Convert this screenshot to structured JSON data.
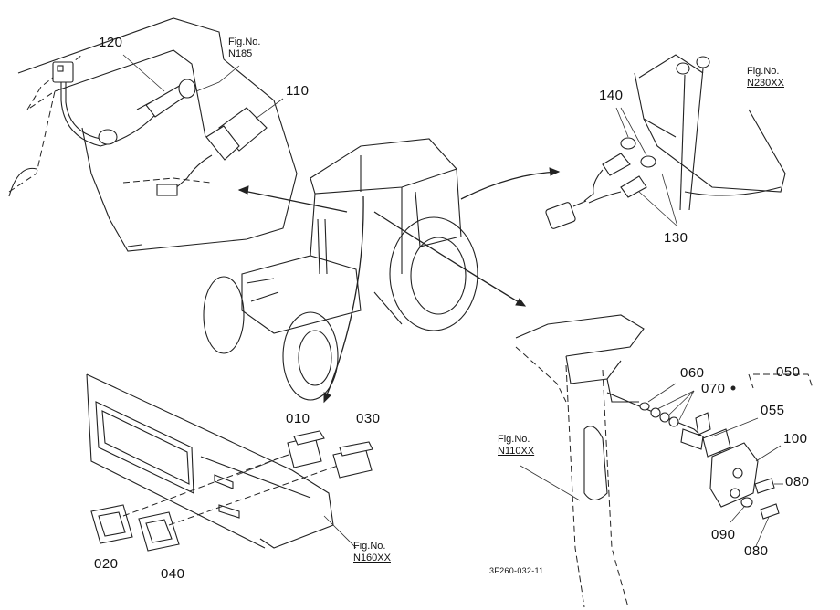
{
  "labels": {
    "p120": "120",
    "p110": "110",
    "p140": "140",
    "p130": "130",
    "p010": "010",
    "p030": "030",
    "p020": "020",
    "p040": "040",
    "p060": "060",
    "p070": "070",
    "p050": "050",
    "p055": "055",
    "p100": "100",
    "p080a": "080",
    "p090": "090",
    "p080b": "080"
  },
  "figs": {
    "f1": {
      "title": "Fig.No.",
      "number": "N185"
    },
    "f2": {
      "title": "Fig.No.",
      "number": "N230XX"
    },
    "f3": {
      "title": "Fig.No.",
      "number": "N110XX"
    },
    "f4": {
      "title": "Fig.No.",
      "number": "N160XX"
    }
  },
  "code": "3F260-032-11"
}
